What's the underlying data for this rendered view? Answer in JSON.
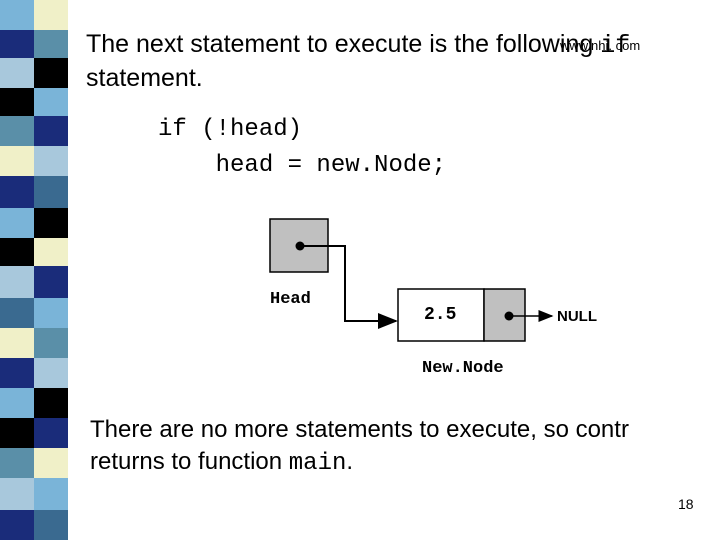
{
  "slide": {
    "para1_line1": "The next statement to execute is the following ",
    "para1_code": "if",
    "para1_line2": "statement.",
    "watermark": "www.nhi. com",
    "code_line1": "if (!head)",
    "code_line2": "    head = new.Node;",
    "para2_line1": "There are no more statements to execute, so contr",
    "para2_line2_prefix": "returns to function ",
    "para2_code": "main",
    "para2_line2_suffix": ".",
    "page_number": "18"
  },
  "diagram": {
    "head_label": "Head",
    "node_value": "2.5",
    "null_label": "NULL",
    "node_label": "New.Node"
  },
  "colors": {
    "stripe_palette": [
      "#f0f0c8",
      "#5a8fa8",
      "#1a2c7a",
      "#7ab4d8",
      "#000000",
      "#a8c8dc",
      "#3a6a90"
    ],
    "box_fill": "#c0c0c0",
    "line": "#000000"
  }
}
